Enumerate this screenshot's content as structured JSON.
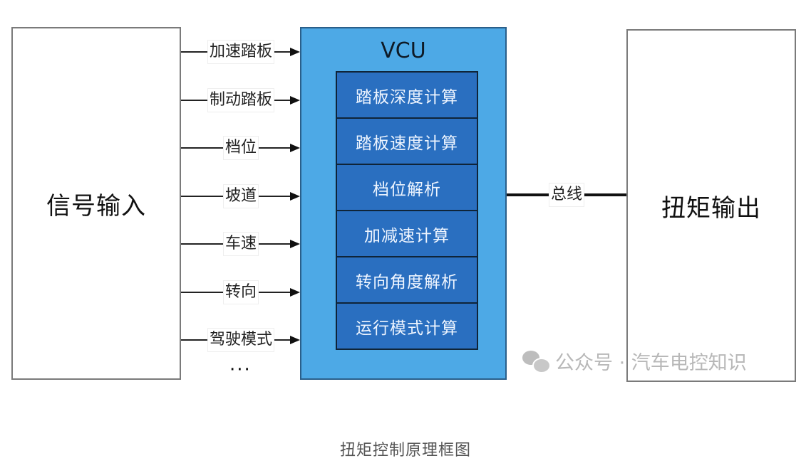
{
  "diagram": {
    "input_block": {
      "label": "信号输入"
    },
    "signals": [
      {
        "label": "加速踏板"
      },
      {
        "label": "制动踏板"
      },
      {
        "label": "档位"
      },
      {
        "label": "坡道"
      },
      {
        "label": "车速"
      },
      {
        "label": "转向"
      },
      {
        "label": "驾驶模式"
      }
    ],
    "ellipsis": "···",
    "vcu": {
      "title": "VCU",
      "modules": [
        {
          "label": "踏板深度计算"
        },
        {
          "label": "踏板速度计算"
        },
        {
          "label": "档位解析"
        },
        {
          "label": "加减速计算"
        },
        {
          "label": "转向角度解析"
        },
        {
          "label": "运行模式计算"
        }
      ]
    },
    "bus": {
      "label": "总线"
    },
    "output_block": {
      "label": "扭矩输出"
    },
    "watermark": {
      "icon": "wechat-icon",
      "text": "公众号 · 汽车电控知识"
    },
    "caption": "扭矩控制原理框图",
    "colors": {
      "vcu_fill": "#4da9e6",
      "module_fill": "#2a6fc0",
      "module_text": "#eef5ff"
    }
  }
}
